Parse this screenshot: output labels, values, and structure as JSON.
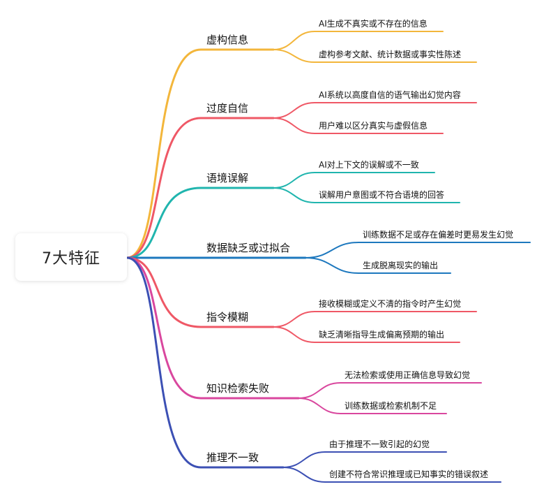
{
  "root": {
    "label": "7大特征"
  },
  "branches": [
    {
      "label": "虚构信息",
      "color": "#F3B63B",
      "children": [
        "AI生成不真实或不存在的信息",
        "虚构参考文献、统计数据或事实性陈述"
      ]
    },
    {
      "label": "过度自信",
      "color": "#EF5866",
      "children": [
        "AI系统以高度自信的语气输出幻觉内容",
        "用户难以区分真实与虚假信息"
      ]
    },
    {
      "label": "语境误解",
      "color": "#20B5AE",
      "children": [
        "AI对上下文的误解或不一致",
        "误解用户意图或不符合语境的回答"
      ]
    },
    {
      "label": "数据缺乏或过拟合",
      "color": "#1D78BE",
      "children": [
        "训练数据不足或存在偏差时更易发生幻觉",
        "生成脱离现实的输出"
      ]
    },
    {
      "label": "指令模糊",
      "color": "#EF5866",
      "children": [
        "接收模糊或定义不清的指令时产生幻觉",
        "缺乏清晰指导生成偏离预期的输出"
      ]
    },
    {
      "label": "知识检索失败",
      "color": "#D9479E",
      "children": [
        "无法检索或使用正确信息导致幻觉",
        "训练数据或检索机制不足"
      ]
    },
    {
      "label": "推理不一致",
      "color": "#3C50B4",
      "children": [
        "由于推理不一致引起的幻觉",
        "创建不符合常识推理或已知事实的错误叙述"
      ]
    }
  ]
}
